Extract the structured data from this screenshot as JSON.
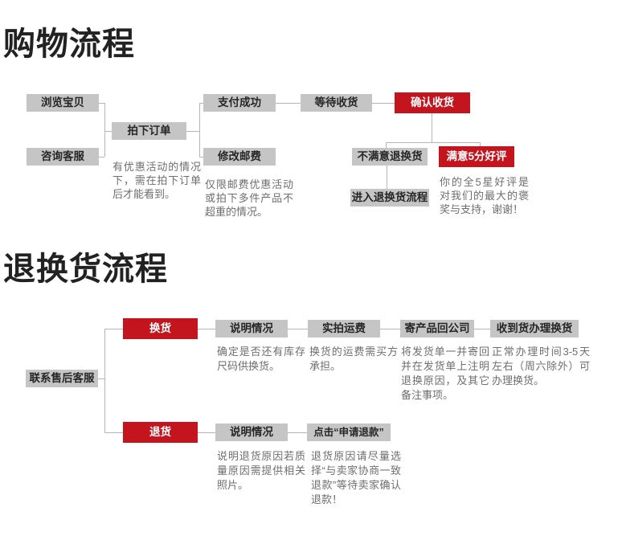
{
  "colors": {
    "box_gray": "#c5c5c5",
    "box_red": "#c4141e",
    "line_gray": "#b5b5b5",
    "label_text": "#262626",
    "note_text": "#6e6e6e",
    "title_text": "#222222"
  },
  "flow1": {
    "title": "购物流程",
    "nodes": {
      "browse": "浏览宝贝",
      "consult": "咨询客服",
      "order": "拍下订单",
      "pay": "支付成功",
      "postage": "修改邮费",
      "wait": "等待收货",
      "confirm": "确认收货",
      "unsatisfied": "不满意退换货",
      "satisfied": "满意5分好评",
      "enter_return": "进入退换货流程"
    },
    "notes": {
      "promo": "有优惠活动的情况下，需在拍下订单后才能看到。",
      "postage": "仅限邮费优惠活动或拍下多件产品不超重的情况。",
      "praise": "你的全5星好评是对我们的最大的褒奖与支持，谢谢！"
    }
  },
  "flow2": {
    "title": "退换货流程",
    "nodes": {
      "contact": "联系售后客服",
      "exchange": "换货",
      "explain_exchange": "说明情况",
      "freight": "实拍运费",
      "send_back": "寄产品回公司",
      "receive_handle": "收到货办理换货",
      "refund": "退货",
      "explain_refund": "说明情况",
      "click_refund": "点击“申请退款”"
    },
    "notes": {
      "stock": "确定是否还有库存尺码供换货。",
      "freight": "换货的运费需买方承担。",
      "send_back": "将发货单一并寄回并在发货单上注明退换原因，及其它备注事项。",
      "receive": "正常办理时间3-5天左右（周六除外）可办理换货。",
      "reason": "说明退货原因若质量原因需提供相关照片。",
      "refund_choice": "退货原因请尽量选择“与卖家协商一致退款”等待卖家确认退款！"
    }
  }
}
